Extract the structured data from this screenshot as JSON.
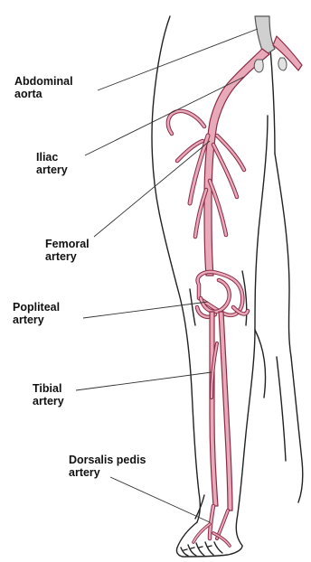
{
  "labels": {
    "abdominal_aorta": {
      "line1": "Abdominal",
      "line2": "aorta"
    },
    "iliac_artery": {
      "line1": "Iliac",
      "line2": "artery"
    },
    "femoral_artery": {
      "line1": "Femoral",
      "line2": "artery"
    },
    "popliteal_artery": {
      "line1": "Popliteal",
      "line2": "artery"
    },
    "tibial_artery": {
      "line1": "Tibial",
      "line2": "artery"
    },
    "dorsalis_pedis_artery": {
      "line1": "Dorsalis pedis",
      "line2": "artery"
    }
  },
  "colors": {
    "artery_fill": "#e8a9b8",
    "artery_outline": "#8a2c48",
    "outline": "#222222"
  }
}
